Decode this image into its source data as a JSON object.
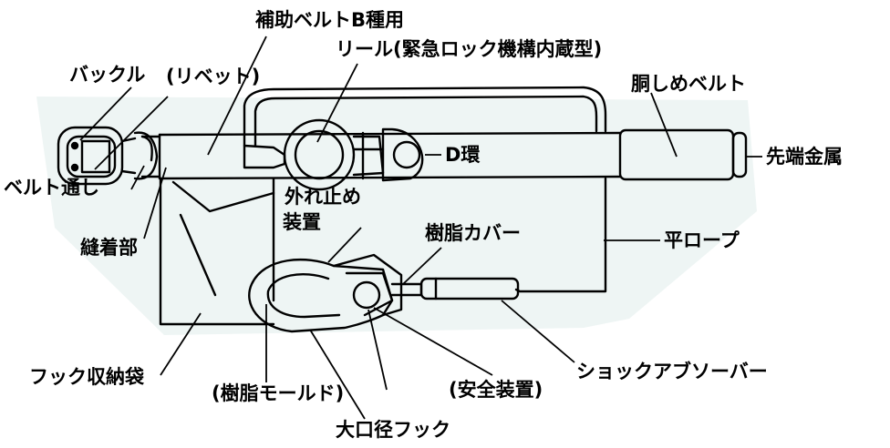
{
  "labels": {
    "hojo_belt": "補助ベルトB種用",
    "reel": "リール(緊急ロック機構内蔵型)",
    "buckle": "バックル",
    "rivet": "(リベット)",
    "dou_belt": "胴しめベルト",
    "d_ring": "D環",
    "tip_metal": "先端金属",
    "belt_loop": "ベルト通し",
    "hazure_1": "外れ止め",
    "hazure_2": "装置",
    "stitch": "縫着部",
    "resin_cover": "樹脂カバー",
    "flat_rope": "平ロープ",
    "hook_bag": "フック収納袋",
    "resin_mold": "(樹脂モールド)",
    "safety_device": "(安全装置)",
    "shock_absorber": "ショックアブソーバー",
    "big_hook": "大口径フック"
  },
  "colors": {
    "ink": "#000000",
    "background_tint": "#eef5f4"
  }
}
